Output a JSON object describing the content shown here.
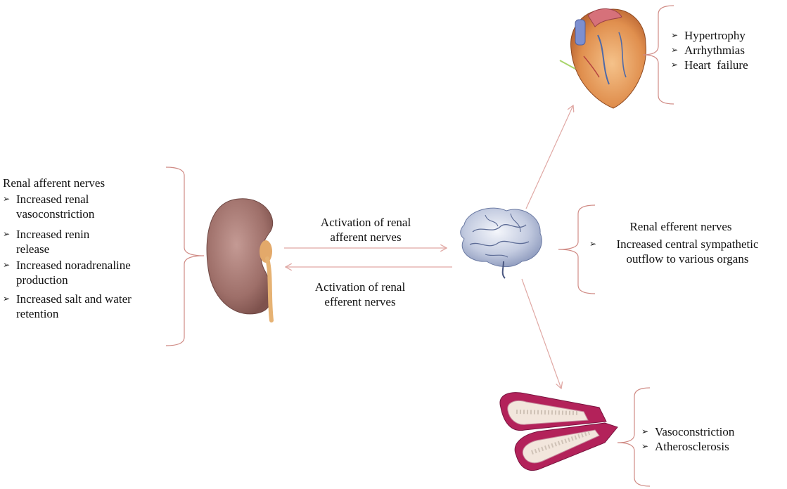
{
  "left_panel": {
    "heading": "Renal afferent nerves",
    "items": [
      [
        "Increased renal",
        "vasoconstriction"
      ],
      [
        "Increased renin",
        "release"
      ],
      [
        "Increased noradrenaline",
        "production"
      ],
      [
        "Increased salt and water",
        "retention"
      ]
    ]
  },
  "arrows": {
    "afferent_label": [
      "Activation of renal",
      "afferent nerves"
    ],
    "efferent_label": [
      "Activation of renal",
      "efferent nerves"
    ]
  },
  "brain_panel": {
    "heading": "Renal efferent nerves",
    "items": [
      [
        "Increased central sympathetic",
        "outflow to various organs"
      ]
    ]
  },
  "heart_panel": {
    "items": [
      "Hypertrophy",
      "Arrhythmias",
      "Heart  failure"
    ]
  },
  "vessel_panel": {
    "items": [
      "Vasoconstriction",
      "Atherosclerosis"
    ]
  },
  "bullet_glyph": "➢",
  "colors": {
    "arrow": "#e0a8a4",
    "bracket": "#d08b85"
  }
}
